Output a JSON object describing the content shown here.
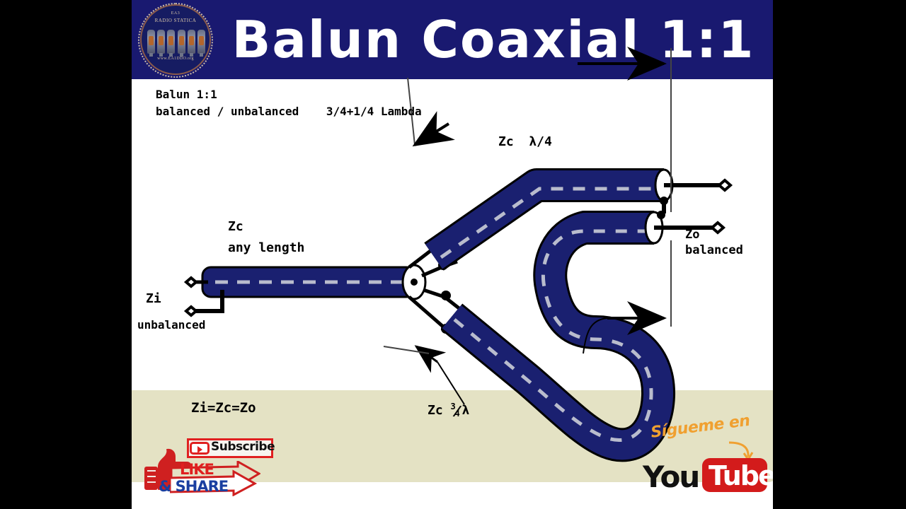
{
  "colors": {
    "header_bg": "#191970",
    "title_text": "#ffffff",
    "page_bg": "#ffffff",
    "pillarbox": "#000000",
    "beige_band": "#e4e2c4",
    "coax_fill": "#1a2070",
    "coax_outline": "#000000",
    "like_red": "#e02020",
    "share_blue": "#1a3fa0",
    "youtube_red": "#d31b1b",
    "follow_orange": "#f0a030"
  },
  "header": {
    "title": "Balun Coaxial 1:1",
    "logo": {
      "line1": "EA3",
      "line2": "RADIO STATICA",
      "line3": "www.EA1DDO.org",
      "tube_letters": [
        "E",
        "A",
        "1",
        "D",
        "D",
        "O"
      ]
    }
  },
  "diagram": {
    "caption_line1": "Balun 1:1",
    "caption_line2": "balanced / unbalanced",
    "caption_line3": "3/4+1/4 Lambda",
    "label_zc_quarter": "Zc  λ/4",
    "label_zc": "Zc",
    "label_any_length": "any length",
    "label_zi": "Zi",
    "label_unbalanced": "unbalanced",
    "label_zo": "Zo",
    "label_balanced": "balanced",
    "label_equality": "Zi=Zc=Zo",
    "label_zc_three_quarter_prefix": "Zc",
    "label_zc_three_quarter_num": "3",
    "label_zc_three_quarter_den": "4",
    "label_zc_three_quarter_lambda": "λ"
  },
  "badge": {
    "subscribe": "Subscribe",
    "like": "LIKE",
    "share": "& SHARE"
  },
  "youtube": {
    "follow_text": "Sígueme en",
    "you": "You",
    "tube": "Tube"
  }
}
